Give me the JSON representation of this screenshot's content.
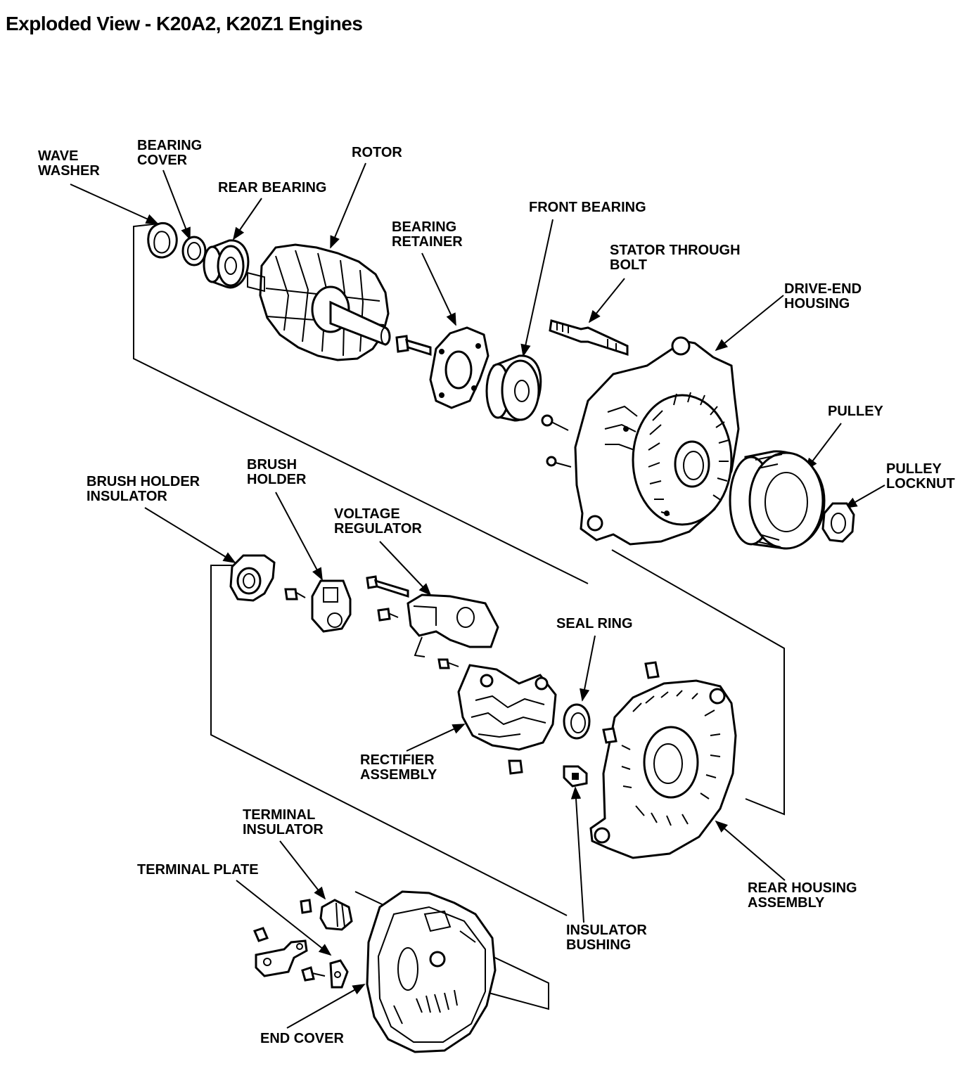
{
  "title": "Exploded View - K20A2, K20Z1 Engines",
  "labels": {
    "wave_washer": [
      "WAVE",
      "WASHER"
    ],
    "bearing_cover": [
      "BEARING",
      "COVER"
    ],
    "rear_bearing": [
      "REAR BEARING"
    ],
    "rotor": [
      "ROTOR"
    ],
    "bearing_retainer": [
      "BEARING",
      "RETAINER"
    ],
    "front_bearing": [
      "FRONT BEARING"
    ],
    "stator_through_bolt": [
      "STATOR THROUGH",
      "BOLT"
    ],
    "drive_end_housing": [
      "DRIVE-END",
      "HOUSING"
    ],
    "pulley": [
      "PULLEY"
    ],
    "pulley_locknut": [
      "PULLEY",
      "LOCKNUT"
    ],
    "brush_holder_insulator": [
      "BRUSH HOLDER",
      "INSULATOR"
    ],
    "brush_holder": [
      "BRUSH",
      "HOLDER"
    ],
    "voltage_regulator": [
      "VOLTAGE",
      "REGULATOR"
    ],
    "seal_ring": [
      "SEAL RING"
    ],
    "rectifier_assembly": [
      "RECTIFIER",
      "ASSEMBLY"
    ],
    "rear_housing_assembly": [
      "REAR HOUSING",
      "ASSEMBLY"
    ],
    "insulator_bushing": [
      "INSULATOR",
      "BUSHING"
    ],
    "terminal_insulator": [
      "TERMINAL",
      "INSULATOR"
    ],
    "terminal_plate": [
      "TERMINAL PLATE"
    ],
    "end_cover": [
      "END COVER"
    ]
  }
}
